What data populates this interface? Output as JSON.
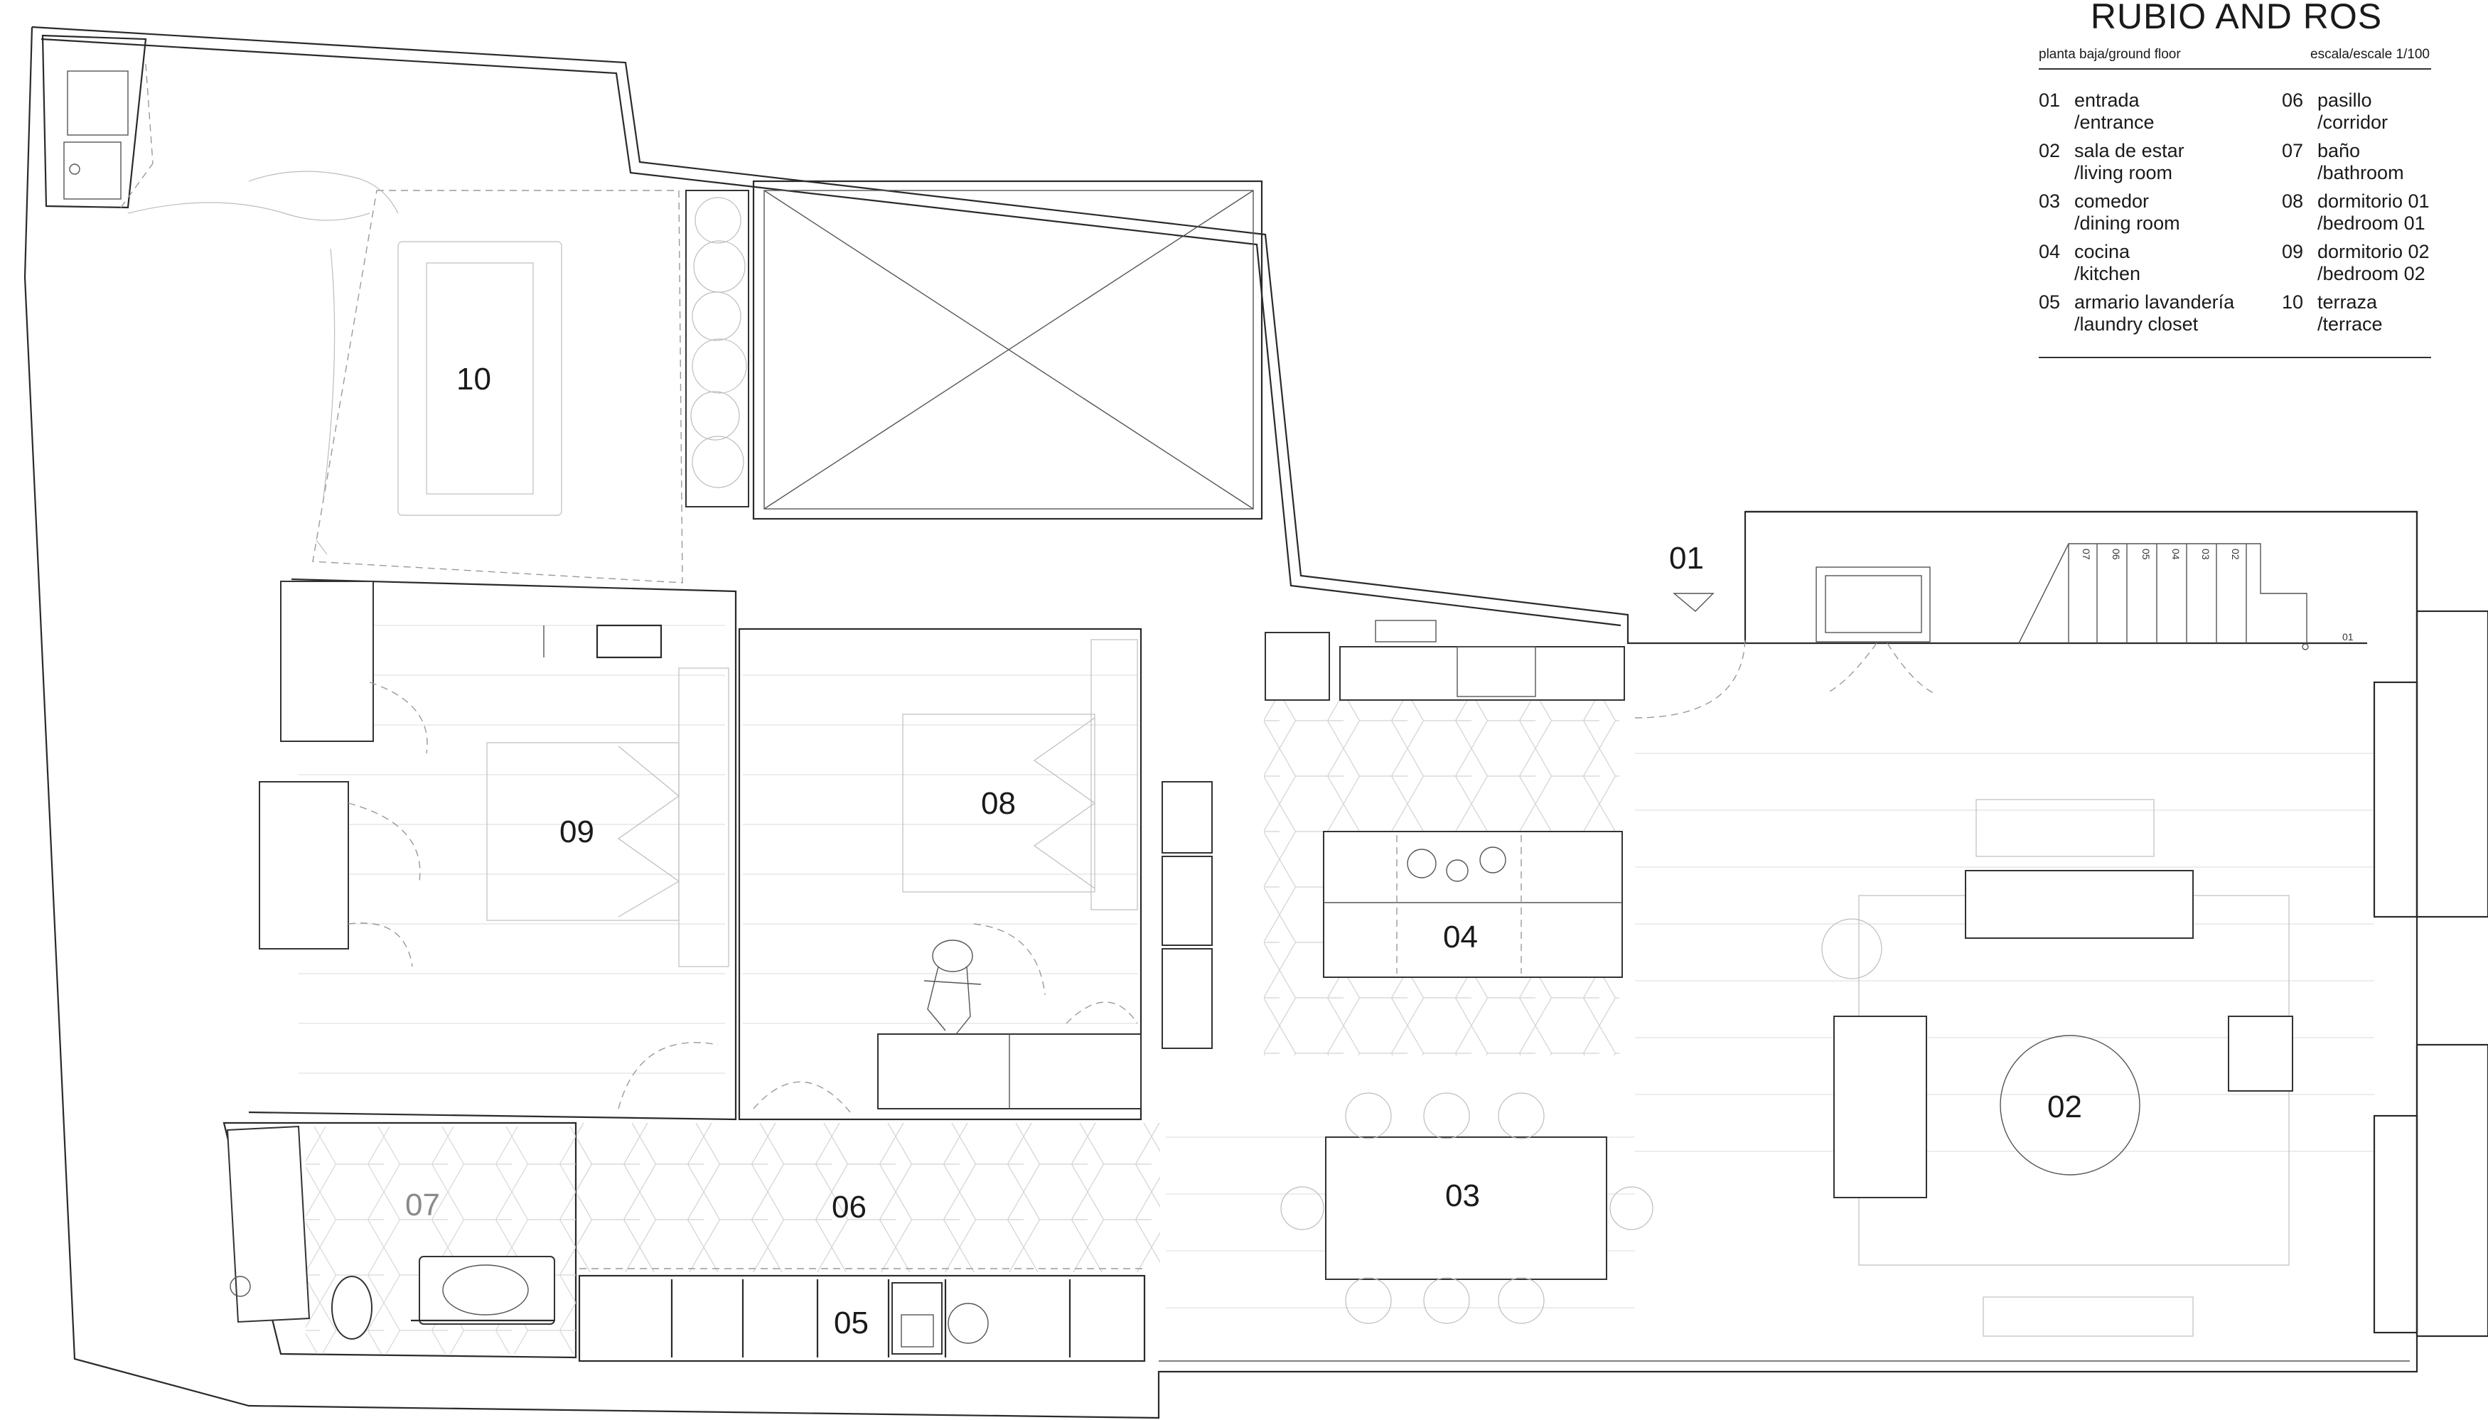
{
  "header": {
    "firm": "RUBIO AND ROS",
    "plan_title": "planta baja/ground floor",
    "scale": "escala/escale  1/100"
  },
  "legend": [
    {
      "num": "01",
      "es": "entrada",
      "en": "/entrance"
    },
    {
      "num": "02",
      "es": "sala de estar",
      "en": "/living room"
    },
    {
      "num": "03",
      "es": "comedor",
      "en": "/dining room"
    },
    {
      "num": "04",
      "es": "cocina",
      "en": "/kitchen"
    },
    {
      "num": "05",
      "es": "armario lavandería",
      "en": "/laundry closet"
    },
    {
      "num": "06",
      "es": "pasillo",
      "en": "/corridor"
    },
    {
      "num": "07",
      "es": "baño",
      "en": "/bathroom"
    },
    {
      "num": "08",
      "es": "dormitorio 01",
      "en": "/bedroom 01"
    },
    {
      "num": "09",
      "es": "dormitorio 02",
      "en": "/bedroom 02"
    },
    {
      "num": "10",
      "es": "terraza",
      "en": "/terrace"
    }
  ],
  "rooms": {
    "r01": "01",
    "r02": "02",
    "r03": "03",
    "r04": "04",
    "r05": "05",
    "r06": "06",
    "r07": "07",
    "r08": "08",
    "r09": "09",
    "r10": "10"
  },
  "stair_steps": [
    "07",
    "06",
    "05",
    "04",
    "03",
    "02"
  ],
  "stair_start": "01",
  "colors": {
    "line": "#2a2a2a",
    "fine": "#bdbdbd",
    "label_grey": "#8a8a8a"
  }
}
